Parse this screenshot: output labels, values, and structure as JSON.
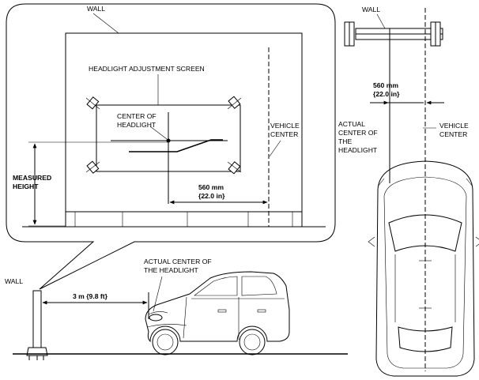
{
  "labels": {
    "wall_inset": "WALL",
    "wall_top": "WALL",
    "wall_bottom": "WALL",
    "screen": "HEADLIGHT ADJUSTMENT SCREEN",
    "center_of_headlight": [
      "CENTER OF",
      "HEADLIGHT"
    ],
    "vehicle_center_inset": [
      "VEHICLE",
      "CENTER"
    ],
    "vehicle_center_top": [
      "VEHICLE",
      "CENTER"
    ],
    "measured_height": [
      "MEASURED",
      "HEIGHT"
    ],
    "dim_inset": [
      "560 mm",
      "{22.0 in}"
    ],
    "dim_top": [
      "560 mm",
      "{22.0 in}"
    ],
    "actual_center_top": [
      "ACTUAL",
      "CENTER OF",
      "THE",
      "HEADLIGHT"
    ],
    "actual_center_side": [
      "ACTUAL CENTER OF",
      "THE HEADLIGHT"
    ],
    "distance": "3 m {9.8 ft}"
  }
}
